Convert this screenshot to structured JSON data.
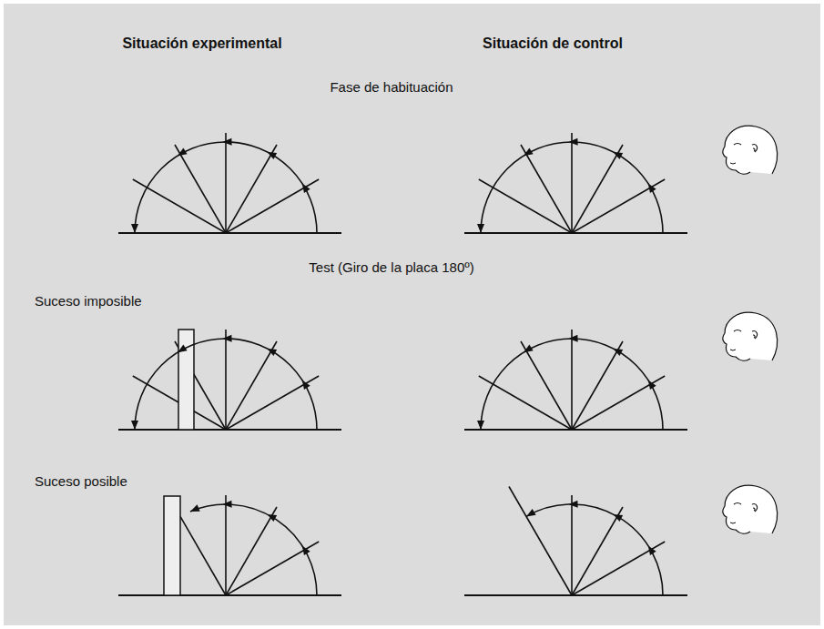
{
  "diagram": {
    "labels": [
      "Situación experimental",
      "Situación de control",
      "Fase de habituación",
      "Test (Giro de la placa 180º)",
      "Suceso imposible",
      "Suceso posible"
    ]
  }
}
